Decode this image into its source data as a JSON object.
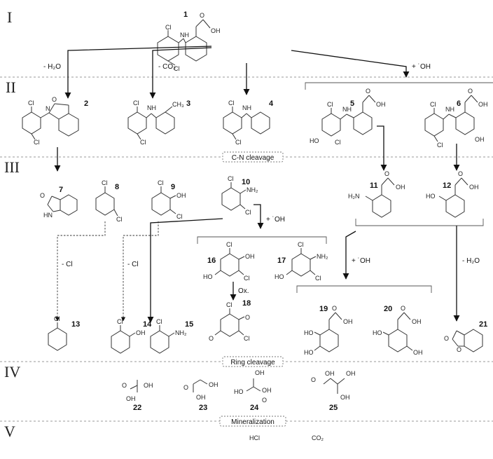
{
  "stages": [
    "I",
    "II",
    "III",
    "IV",
    "V"
  ],
  "boundaries": [
    "C-N cleavage",
    "Ring cleavage",
    "Mineralization"
  ],
  "reactions": {
    "dehydration": "- H₂O",
    "decarboxylation": "- CO₂",
    "hydroxylation": "+ ˙OH",
    "dechlorination": "- Cl",
    "oxidation": "Ox."
  },
  "atoms": {
    "Cl": "Cl",
    "O": "O",
    "OH": "OH",
    "HO": "HO",
    "NH": "NH",
    "N": "N",
    "H": "H",
    "NH2": "NH₂",
    "H2N": "H₂N",
    "CH3": "CH₃",
    "HN": "HN"
  },
  "compounds": [
    "1",
    "2",
    "3",
    "4",
    "5",
    "6",
    "7",
    "8",
    "9",
    "10",
    "11",
    "12",
    "13",
    "14",
    "15",
    "16",
    "17",
    "18",
    "19",
    "20",
    "21",
    "22",
    "23",
    "24",
    "25"
  ],
  "products": {
    "hcl": "HCl",
    "co2": "CO₂"
  }
}
